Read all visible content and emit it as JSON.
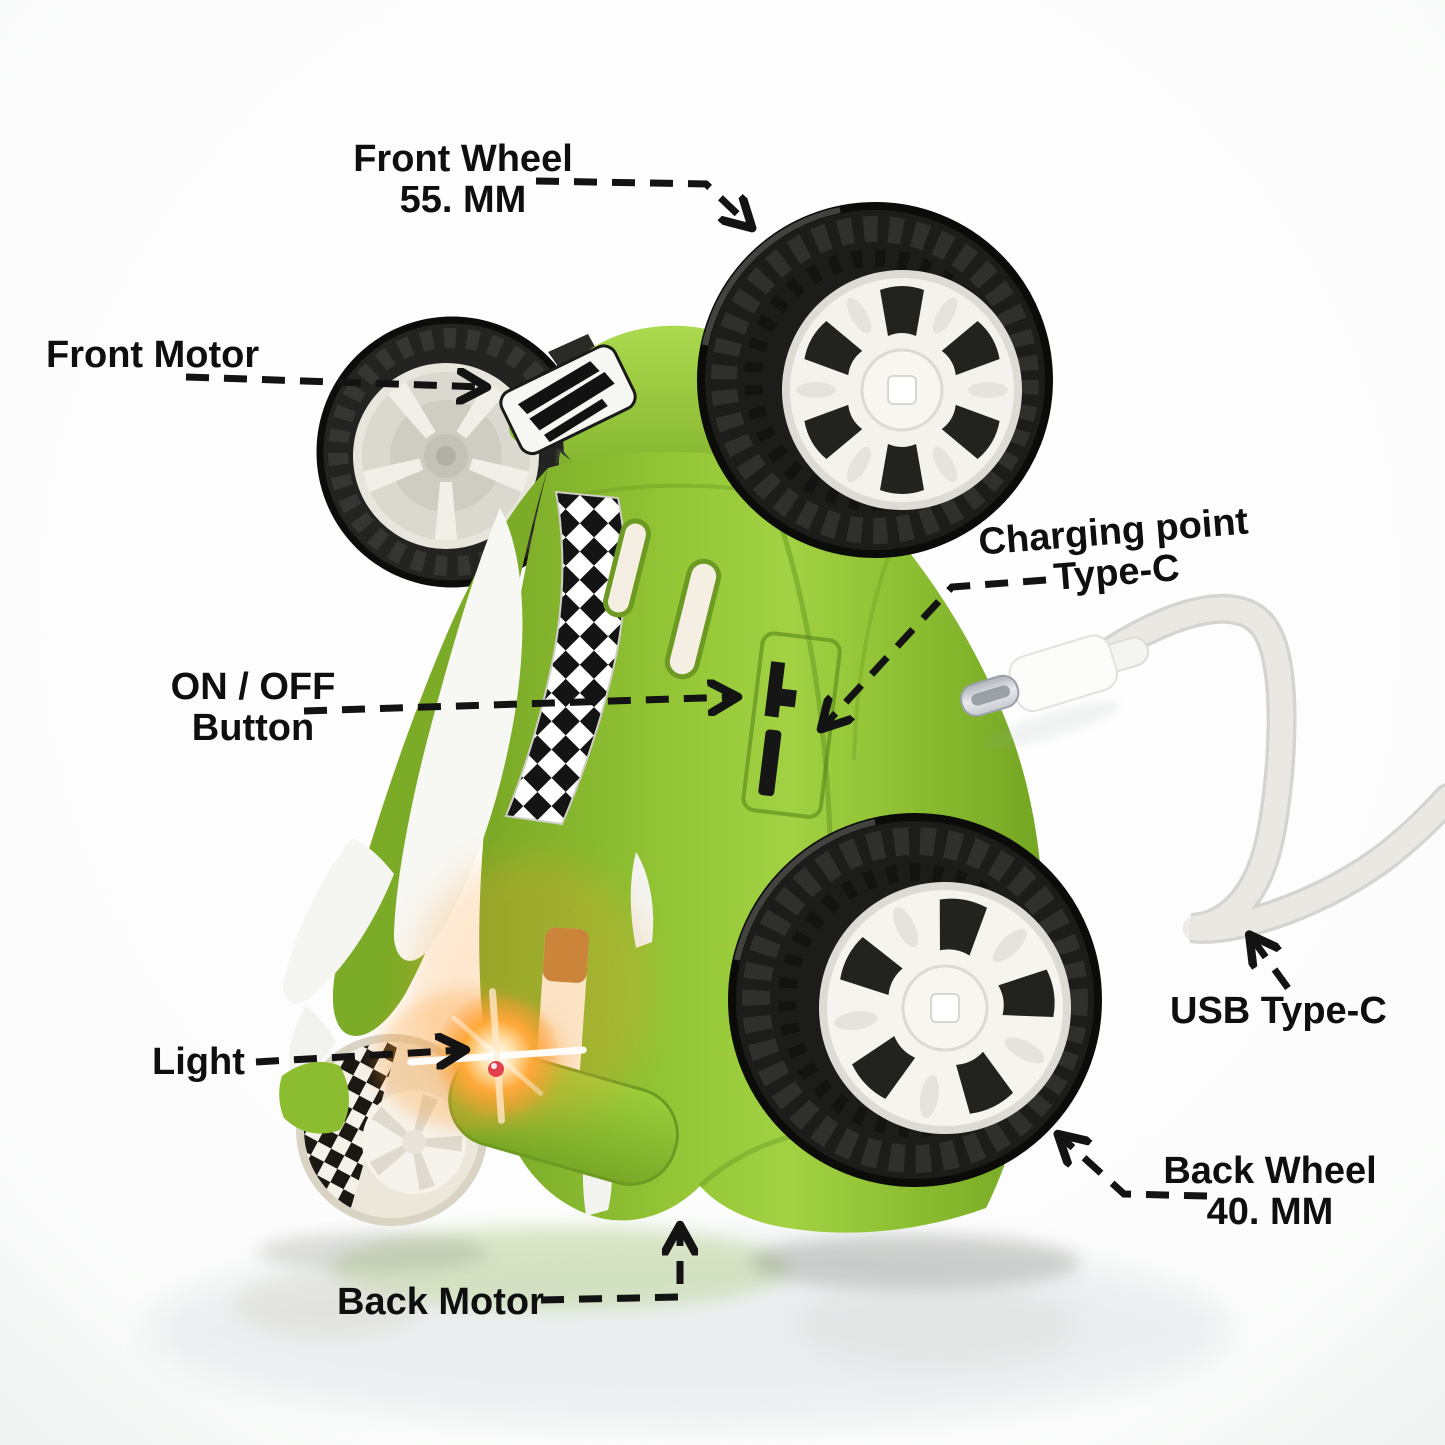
{
  "image": {
    "kind": "annotated product diagram",
    "subject": "green RC stunt car with USB Type-C charging cable",
    "background": "#ffffff"
  },
  "annotations": {
    "front_wheel": {
      "line1": "Front Wheel",
      "line2": "55. MM"
    },
    "front_motor": {
      "label": "Front Motor"
    },
    "on_off_button": {
      "line1": "ON / OFF",
      "line2": "Button"
    },
    "charging_point": {
      "line1": "Charging point",
      "line2": "Type-C"
    },
    "usb_type_c": {
      "label": "USB Type-C"
    },
    "light": {
      "label": "Light"
    },
    "back_wheel": {
      "line1": "Back Wheel",
      "line2": "40. MM"
    },
    "back_motor": {
      "label": "Back Motor"
    }
  },
  "colors": {
    "body_green": "#94c636",
    "body_green_dark": "#7aa826",
    "tire_black": "#1c1c1a",
    "rim_white": "#f3f2ec",
    "label_text": "#0f0f0f",
    "arrow": "#131313",
    "light_glow": "#ffa93a",
    "light_dot_red": "#e2404e",
    "cable_white": "#f4f4f1"
  }
}
